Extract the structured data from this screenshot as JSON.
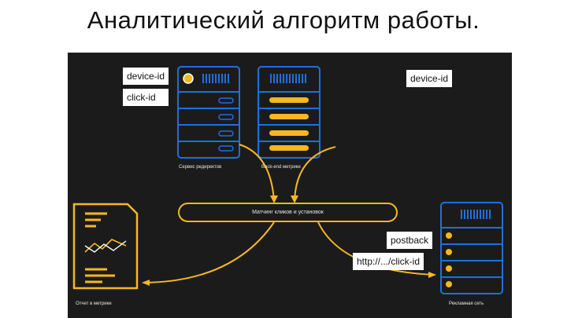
{
  "slide": {
    "title": "Аналитический алгоритм работы."
  },
  "diagram": {
    "tags": {
      "device_id_left": "device-id",
      "click_id": "click-id",
      "device_id_right": "device-id",
      "postback": "postback",
      "url": "http://.../click-id"
    },
    "captions": {
      "redirect_service": "Сервис редиректов",
      "backend": "Back-end метрики",
      "matching": "Матчинг кликов и установок",
      "report": "Отчет в метрике",
      "ad_network": "Рекламная сеть"
    },
    "colors": {
      "panel": "#1b1b1b",
      "server_blue": "#1f6fe0",
      "accent_yellow": "#f5b820",
      "text": "#e8e8e8"
    }
  }
}
